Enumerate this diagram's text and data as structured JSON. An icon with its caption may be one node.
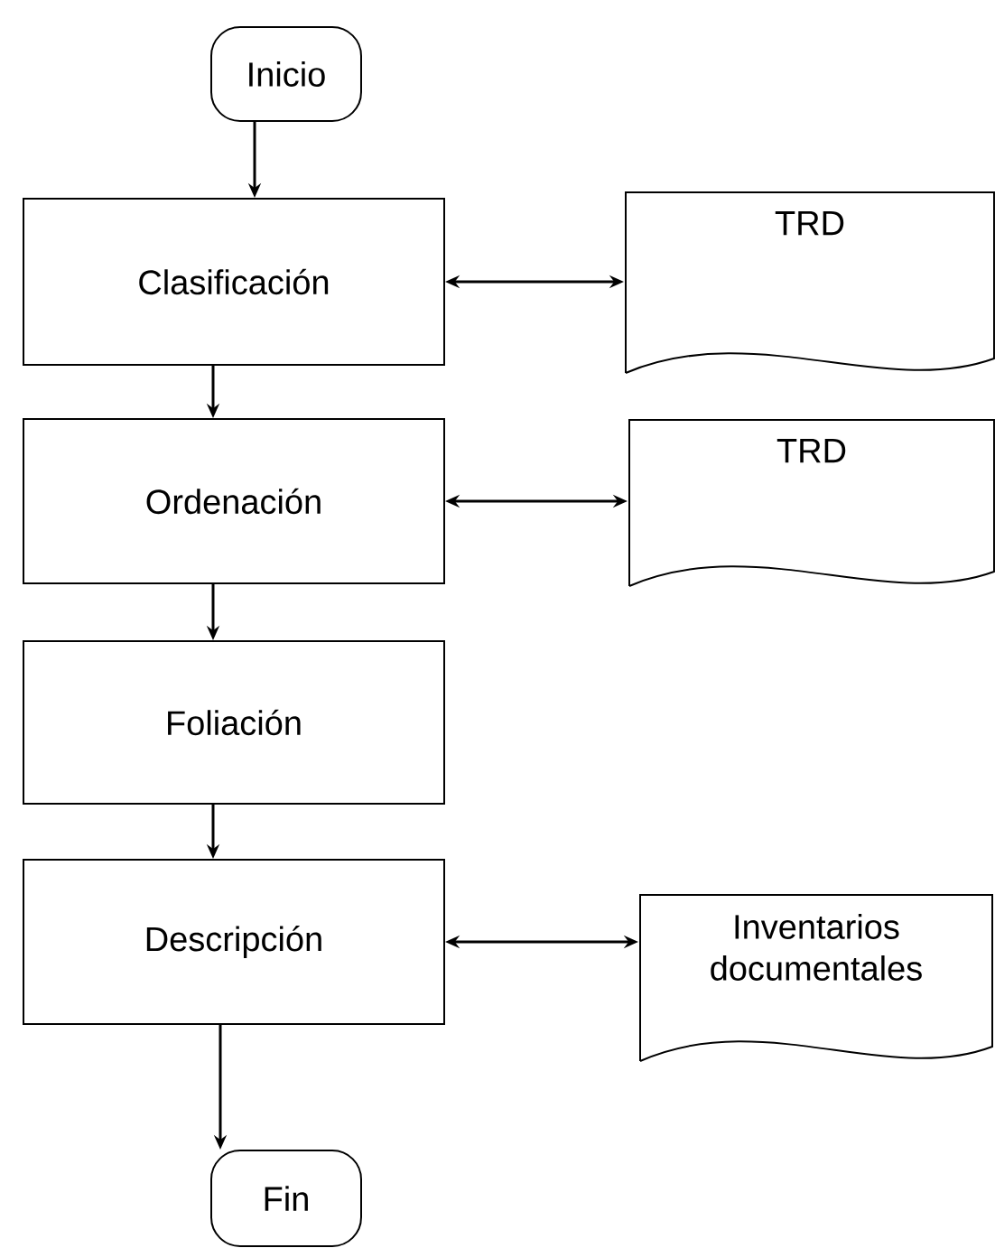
{
  "diagram": {
    "nodes": [
      {
        "text": [
          "Inicio"
        ]
      },
      {
        "text": [
          "Clasificación"
        ]
      },
      {
        "text": [
          "TRD"
        ]
      },
      {
        "text": [
          "Ordenación"
        ]
      },
      {
        "text": [
          "TRD"
        ]
      },
      {
        "text": [
          "Foliación"
        ]
      },
      {
        "text": [
          "Descripción"
        ]
      },
      {
        "text": [
          "Inventarios documentales"
        ]
      },
      {
        "text": [
          "Fin"
        ]
      }
    ],
    "edges": [
      {
        "from": 0,
        "to": 1,
        "arrow": "to"
      },
      {
        "from": 1,
        "to": 2,
        "arrow": "both"
      },
      {
        "from": 1,
        "to": 3,
        "arrow": "to"
      },
      {
        "from": 3,
        "to": 4,
        "arrow": "both"
      },
      {
        "from": 3,
        "to": 5,
        "arrow": "to"
      },
      {
        "from": 5,
        "to": 6,
        "arrow": "to"
      },
      {
        "from": 6,
        "to": 7,
        "arrow": "both"
      },
      {
        "from": 6,
        "to": 8,
        "arrow": "to"
      }
    ]
  }
}
